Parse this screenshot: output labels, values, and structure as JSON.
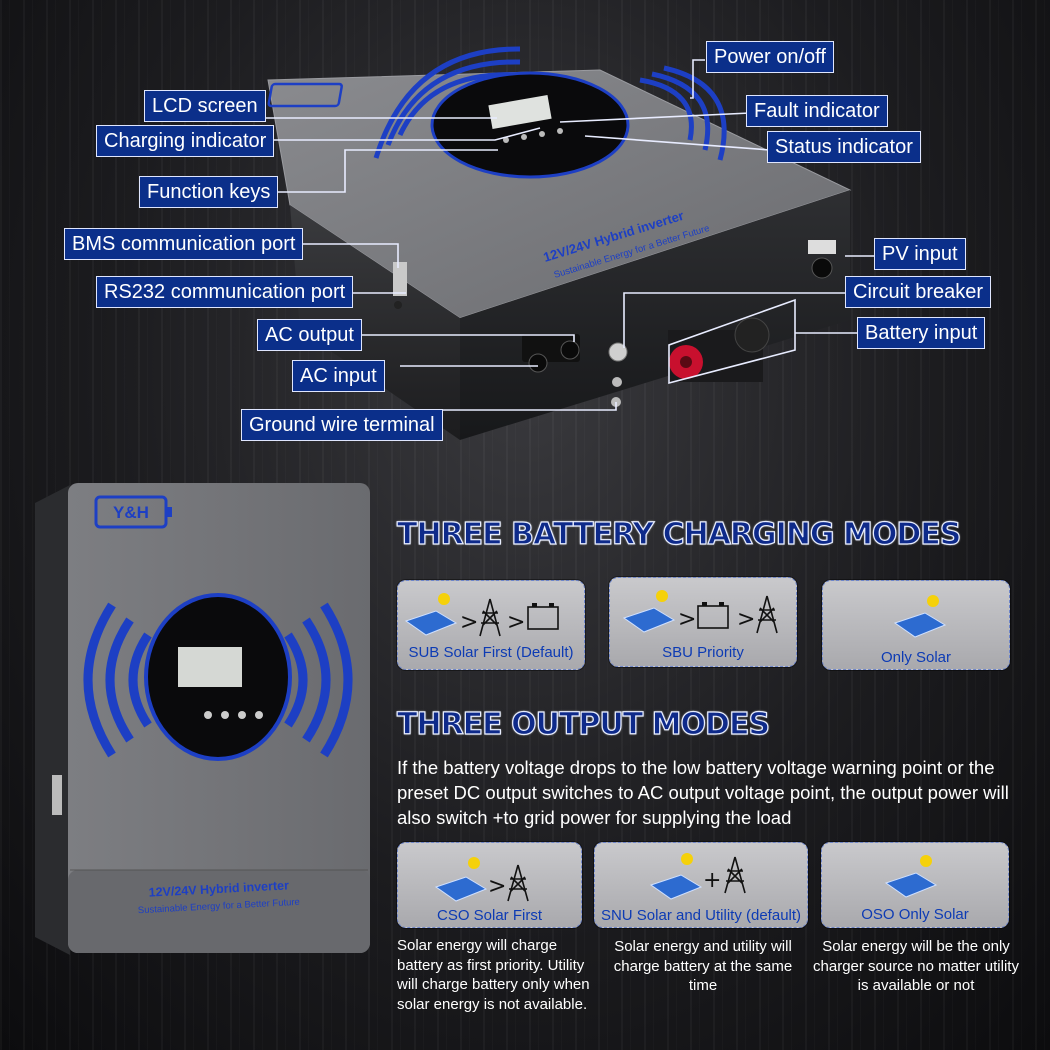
{
  "callouts": {
    "power": "Power on/off",
    "lcd": "LCD screen",
    "fault": "Fault indicator",
    "charging": "Charging indicator",
    "status": "Status indicator",
    "function_keys": "Function keys",
    "bms": "BMS communication port",
    "pv": "PV input",
    "rs232": "RS232 communication port",
    "breaker": "Circuit breaker",
    "ac_output": "AC output",
    "battery": "Battery input",
    "ac_input": "AC input",
    "ground": "Ground wire terminal"
  },
  "device": {
    "brand": "Y&H",
    "model_line": "12V/24V Hybrid inverter",
    "slogan": "Sustainable Energy for a Better Future"
  },
  "charging_section": {
    "title": "THREE BATTERY CHARGING MODES",
    "modes": [
      {
        "label": "SUB Solar First (Default)",
        "icons": [
          "solar-panel-icon",
          "transmission-tower-icon",
          "battery-icon"
        ]
      },
      {
        "label": "SBU Priority",
        "icons": [
          "solar-panel-icon",
          "battery-icon",
          "transmission-tower-icon"
        ]
      },
      {
        "label": "Only Solar",
        "icons": [
          "solar-panel-icon"
        ]
      }
    ],
    "separator": ">"
  },
  "output_section": {
    "title": "THREE OUTPUT MODES",
    "description": "If the battery voltage drops to the low battery voltage warning point or the preset DC output switches to AC output voltage point, the output power will also switch +to grid power for supplying the load",
    "modes": [
      {
        "label": "CSO Solar First",
        "operator": ">",
        "note": "Solar energy will charge battery as first priority. Utility will charge battery only when solar energy is not available."
      },
      {
        "label": "SNU Solar and Utility (default)",
        "operator": "+",
        "note": "Solar energy and utility will charge battery at the same time"
      },
      {
        "label": "OSO Only Solar",
        "operator": "",
        "note": "Solar energy will be the only charger source no matter utility is available or not"
      }
    ]
  },
  "colors": {
    "callout_bg": "#0b2f8a",
    "heading": "#0e2a8a",
    "card_label": "#0d3bb4",
    "inverter_body": "#6f7074",
    "ring_accent": "#1d3fc4"
  }
}
